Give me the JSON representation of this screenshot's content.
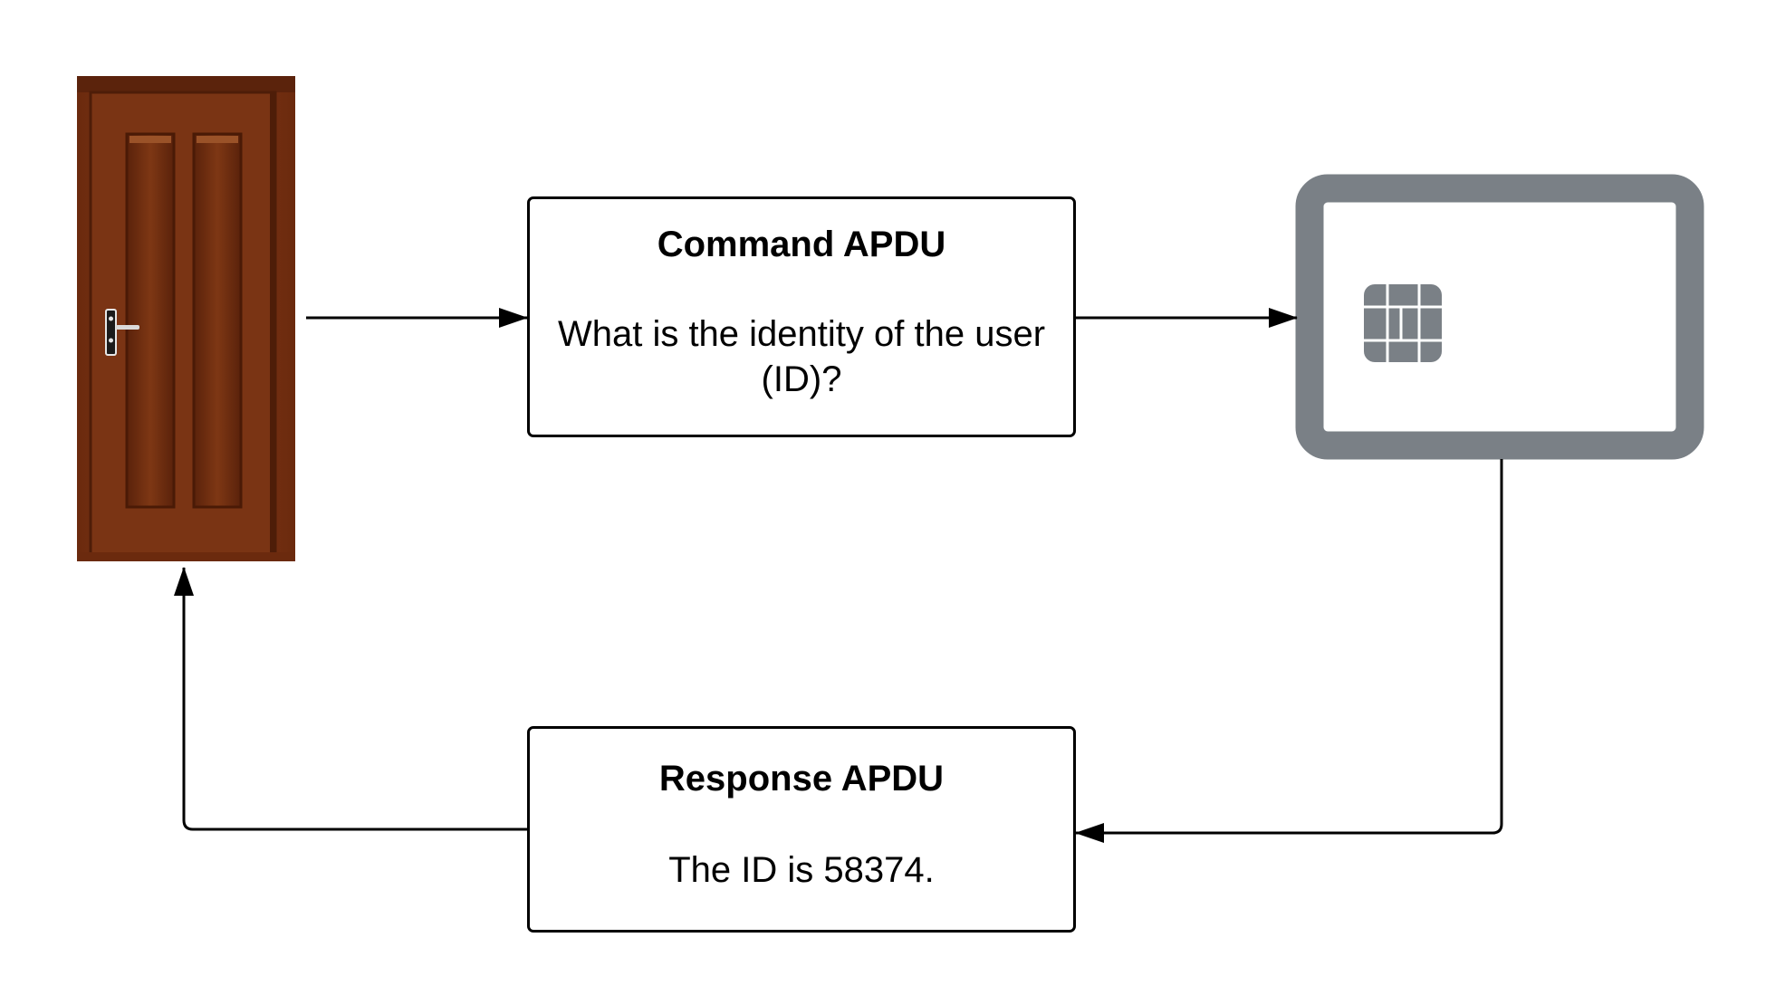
{
  "diagram": {
    "command": {
      "title": "Command APDU",
      "body": "What is the identity of the user (ID)?"
    },
    "response": {
      "title": "Response APDU",
      "body": "The ID is 58374."
    },
    "nodes": {
      "reader": {
        "icon": "door-icon"
      },
      "card": {
        "icon": "smart-card-icon",
        "chip_icon": "chip-icon"
      }
    },
    "colors": {
      "line": "#000000",
      "card_frame": "#7a8086",
      "door_wood": "#7a3414"
    }
  }
}
